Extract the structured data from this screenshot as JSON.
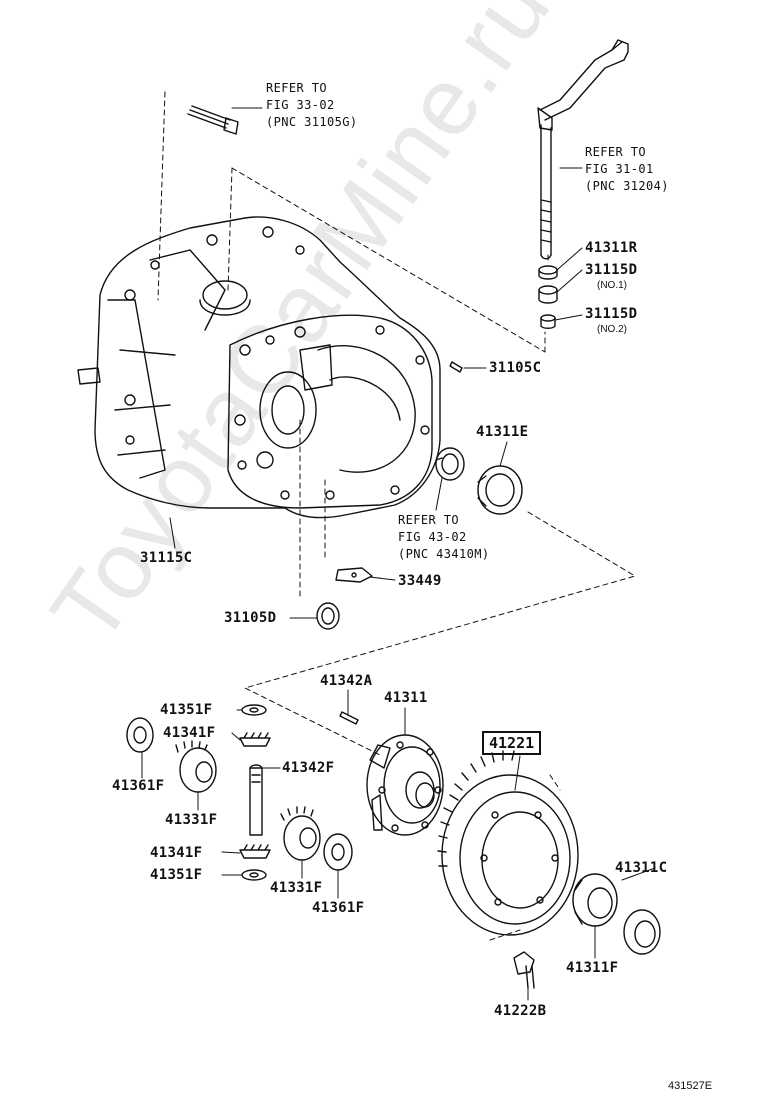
{
  "watermark": "ToyotaCarMine.ru",
  "figure_id": "431527E",
  "highlighted_part": "41221",
  "notes": {
    "ref_33": [
      "REFER TO",
      "FIG 33-02",
      "(PNC 31105G)"
    ],
    "ref_31": [
      "REFER TO",
      "FIG 31-01",
      "(PNC 31204)"
    ],
    "ref_43": [
      "REFER TO",
      "FIG 43-02",
      "(PNC 43410M)"
    ]
  },
  "sublabels": {
    "no1": "(NO.1)",
    "no2": "(NO.2)"
  },
  "parts": {
    "p41311R": "41311R",
    "p31115D_1": "31115D",
    "p31115D_2": "31115D",
    "p31105C": "31105C",
    "p41311E": "41311E",
    "p31115C": "31115C",
    "p33449": "33449",
    "p31105D": "31105D",
    "p41342A": "41342A",
    "p41311": "41311",
    "p41351F_1": "41351F",
    "p41341F_1": "41341F",
    "p41342F": "41342F",
    "p41361F_1": "41361F",
    "p41331F_1": "41331F",
    "p41341F_2": "41341F",
    "p41351F_2": "41351F",
    "p41331F_2": "41331F",
    "p41361F_2": "41361F",
    "p41311C": "41311C",
    "p41311F": "41311F",
    "p41222B": "41222B"
  }
}
